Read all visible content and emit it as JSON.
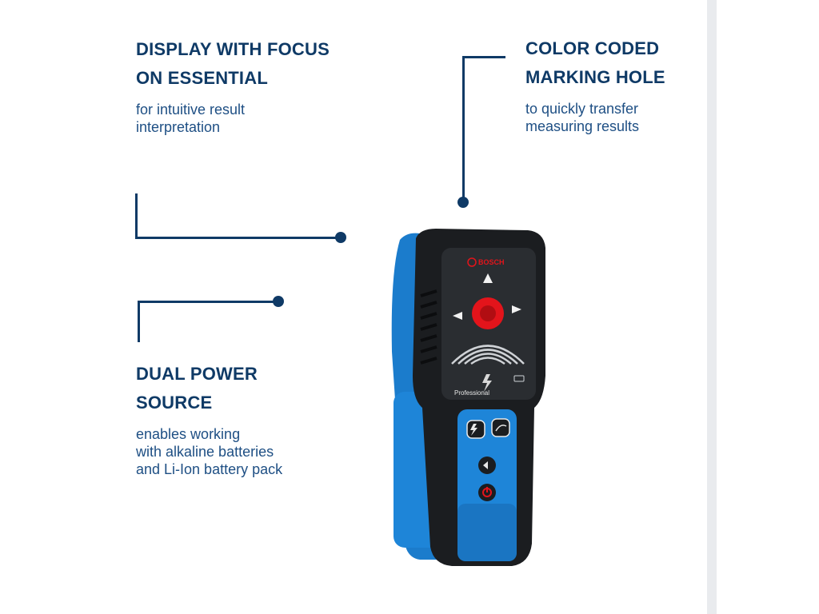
{
  "features": {
    "display": {
      "title_line1": "DISPLAY WITH FOCUS",
      "title_line2": "ON ESSENTIAL",
      "desc_line1": "for intuitive result",
      "desc_line2": "interpretation"
    },
    "marking": {
      "title_line1": "COLOR CODED",
      "title_line2": "MARKING HOLE",
      "desc_line1": "to quickly transfer",
      "desc_line2": "measuring results"
    },
    "power": {
      "title_line1": "DUAL POWER",
      "title_line2": "SOURCE",
      "desc_line1": "enables working",
      "desc_line2": "with alkaline batteries",
      "desc_line3": "and Li-Ion battery pack"
    }
  },
  "device": {
    "brand": "BOSCH",
    "model_label": "Professional"
  },
  "colors": {
    "navy": "#0f3a66",
    "device_blue": "#1e7fd0",
    "device_black": "#1b1d20",
    "marking_red": "#e3141b"
  }
}
